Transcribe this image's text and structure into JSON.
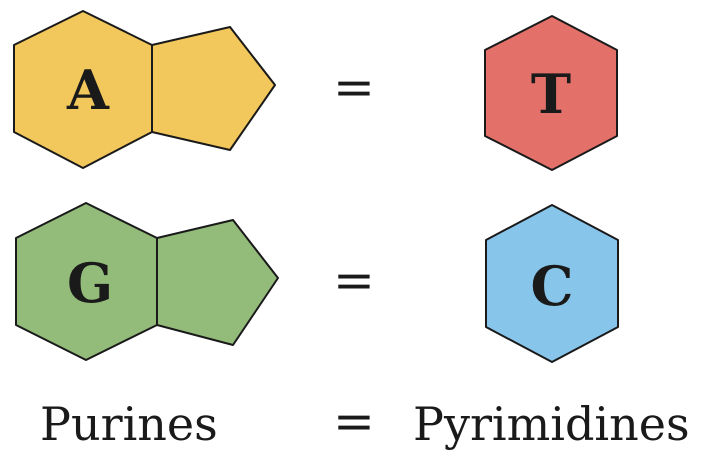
{
  "pairs": [
    {
      "purine": {
        "letter": "A",
        "color": "#f2c75c"
      },
      "equals": "=",
      "pyrimidine": {
        "letter": "T",
        "color": "#e3716a"
      }
    },
    {
      "purine": {
        "letter": "G",
        "color": "#93bb7a"
      },
      "equals": "=",
      "pyrimidine": {
        "letter": "C",
        "color": "#88c5ea"
      }
    }
  ],
  "labels": {
    "left": "Purines",
    "equals": "=",
    "right": "Pyrimidines"
  }
}
